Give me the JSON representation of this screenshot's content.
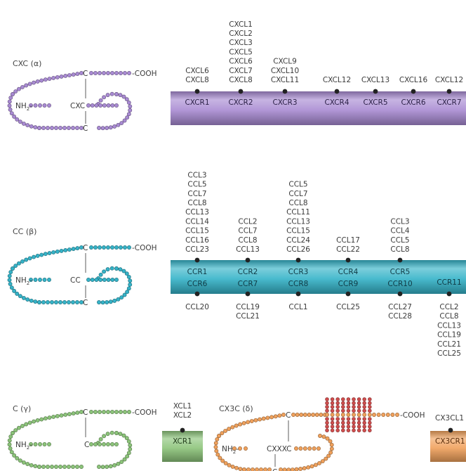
{
  "cxc": {
    "title": "CXC (α)",
    "chain": {
      "c_top": "C",
      "cxc": "CXC",
      "c_bottom": "C",
      "nh2": "NH",
      "nh2_sub": "2",
      "cooh": "COOH"
    },
    "receptors": [
      "CXCR1",
      "CXCR2",
      "CXCR3",
      "CXCR4",
      "CXCR5",
      "CXCR6",
      "CXCR7"
    ],
    "ligands_above": [
      [
        "CXCL6",
        "CXCL8"
      ],
      [
        "CXCL1",
        "CXCL2",
        "CXCL3",
        "CXCL5",
        "CXCL6",
        "CXCL7",
        "CXCL8"
      ],
      [
        "CXCL9",
        "CXCL10",
        "CXCL11"
      ],
      [
        "CXCL12"
      ],
      [
        "CXCL13"
      ],
      [
        "CXCL16"
      ],
      [
        "CXCL12"
      ]
    ],
    "color": "#a98bd3"
  },
  "cc": {
    "title": "CC (β)",
    "chain": {
      "c_top": "C",
      "cc": "CC",
      "c_bottom": "C",
      "nh2": "NH",
      "nh2_sub": "2",
      "cooh": "COOH"
    },
    "receptors_top": [
      "CCR1",
      "CCR2",
      "CCR3",
      "CCR4",
      "CCR5"
    ],
    "receptors_bottom": [
      "CCR6",
      "CCR7",
      "CCR8",
      "CCR9",
      "CCR10",
      "CCR11"
    ],
    "ligands_above": [
      [
        "CCL3",
        "CCL5",
        "CCL7",
        "CCL8",
        "CCL13",
        "CCL14",
        "CCL15",
        "CCL16",
        "CCL23"
      ],
      [
        "CCL2",
        "CCL7",
        "CCL8",
        "CCL13"
      ],
      [
        "CCL5",
        "CCL7",
        "CCL8",
        "CCL11",
        "CCL13",
        "CCL15",
        "CCL24",
        "CCL26"
      ],
      [
        "CCL17",
        "CCL22"
      ],
      [
        "CCL3",
        "CCL4",
        "CCL5",
        "CCL8"
      ]
    ],
    "ligands_below": [
      [
        "CCL20"
      ],
      [
        "CCL19",
        "CCL21"
      ],
      [
        "CCL1"
      ],
      [
        "CCL25"
      ],
      [
        "CCL27",
        "CCL28"
      ],
      [
        "CCL2",
        "CCL8",
        "CCL13",
        "CCL19",
        "CCL21",
        "CCL25"
      ]
    ],
    "color": "#35b3c8"
  },
  "c": {
    "title": "C (γ)",
    "chain": {
      "c_top": "C",
      "c_mid": "C",
      "nh2": "NH",
      "nh2_sub": "2",
      "cooh": "COOH"
    },
    "receptor": "XCR1",
    "ligands": [
      "XCL1",
      "XCL2"
    ],
    "color": "#8cc47a"
  },
  "cx3c": {
    "title": "CX3C (δ)",
    "chain": {
      "c_top": "C",
      "cxxxc": "CXXXC",
      "c_bottom": "C",
      "nh2": "NH",
      "nh2_sub": "2",
      "cooh": "COOH"
    },
    "receptor": "CX3CR1",
    "ligands": [
      "CX3CL1"
    ],
    "color": "#f0a15c",
    "membrane_color": "#d04d4d"
  }
}
